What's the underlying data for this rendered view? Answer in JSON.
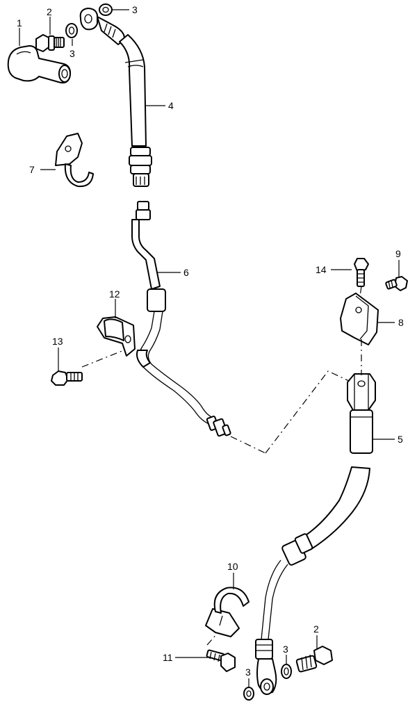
{
  "callouts": [
    {
      "id": "c1",
      "text": "1"
    },
    {
      "id": "c2a",
      "text": "2"
    },
    {
      "id": "c3a",
      "text": "3"
    },
    {
      "id": "c3b",
      "text": "3"
    },
    {
      "id": "c4",
      "text": "4"
    },
    {
      "id": "c7",
      "text": "7"
    },
    {
      "id": "c6",
      "text": "6"
    },
    {
      "id": "c14",
      "text": "14"
    },
    {
      "id": "c9",
      "text": "9"
    },
    {
      "id": "c12",
      "text": "12"
    },
    {
      "id": "c8",
      "text": "8"
    },
    {
      "id": "c13",
      "text": "13"
    },
    {
      "id": "c5",
      "text": "5"
    },
    {
      "id": "c10",
      "text": "10"
    },
    {
      "id": "c3c",
      "text": "3"
    },
    {
      "id": "c2b",
      "text": "2"
    },
    {
      "id": "c11",
      "text": "11"
    },
    {
      "id": "c3d",
      "text": "3"
    }
  ]
}
